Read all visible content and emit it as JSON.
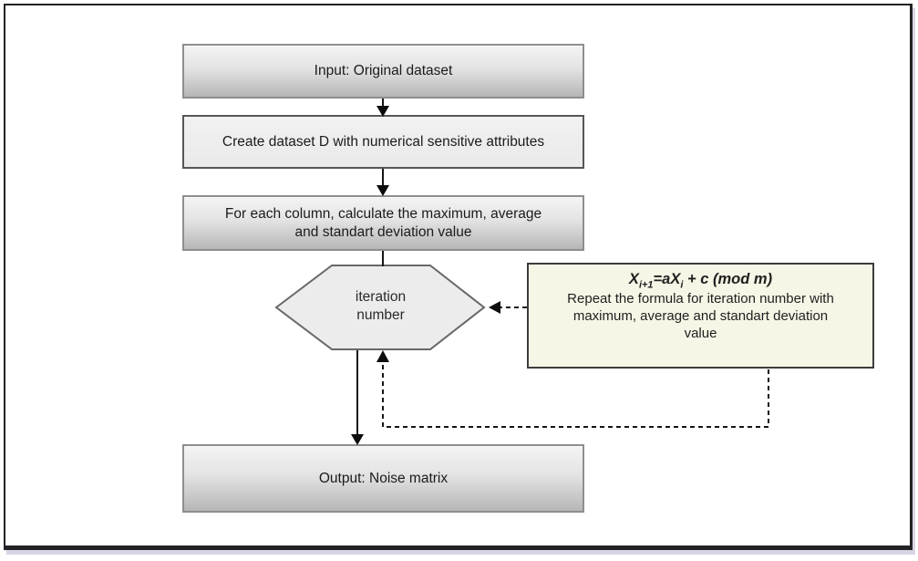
{
  "flowchart": {
    "nodes": {
      "input": {
        "label": "Input: Original dataset"
      },
      "create_dataset": {
        "label": "Create dataset D with numerical sensitive attributes"
      },
      "calculate": {
        "line1": "For each column, calculate the maximum, average",
        "line2": "and standart deviation value"
      },
      "iteration": {
        "line1": "iteration",
        "line2": "number"
      },
      "formula": {
        "equation": {
          "x1": "X",
          "sub1": "i+1",
          "mid": "=aX",
          "sub2": "i",
          "tail": " + c (mod m)"
        },
        "desc_line1": "Repeat the formula for iteration number with",
        "desc_line2": "maximum, average and standart deviation",
        "desc_line3": "value"
      },
      "output": {
        "label": "Output: Noise matrix"
      }
    },
    "colors": {
      "node_gradient_top": "#f4f4f4",
      "node_gradient_bottom": "#b6b6b6",
      "node_flat_fill": "#ededed",
      "hexagon_fill": "#ececec",
      "formula_fill": "#f7f5e5",
      "connector": "#151515",
      "frame_border": "#232326",
      "page_edge": "#d7d5e4"
    }
  }
}
